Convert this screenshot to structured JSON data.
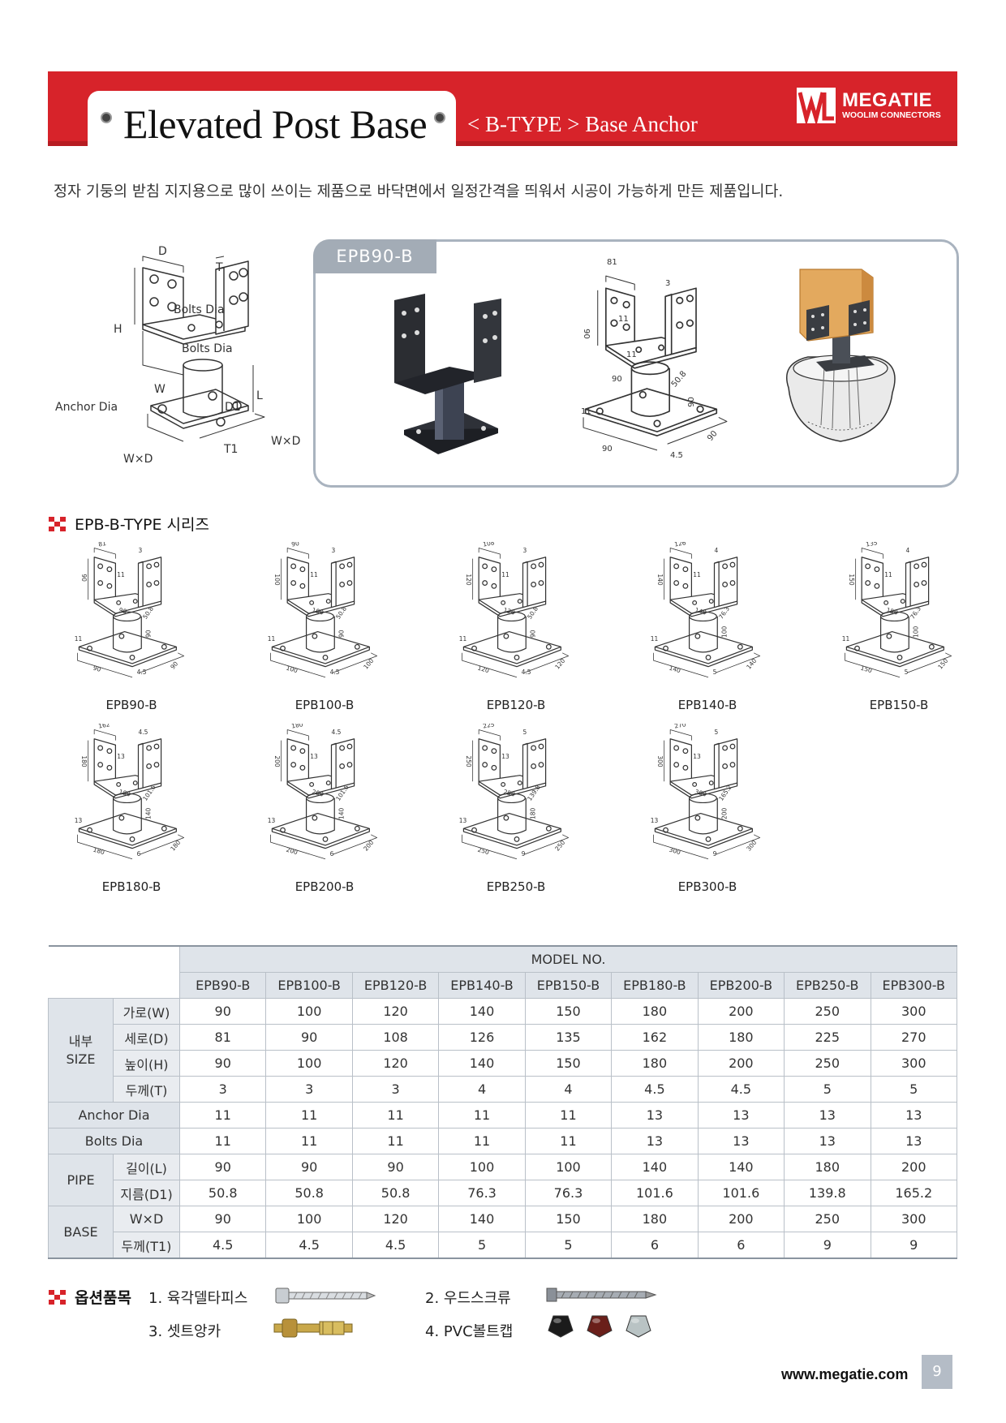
{
  "header": {
    "title": "Elevated Post Base",
    "subtitle": "< B-TYPE > Base Anchor",
    "logo_name": "MEGATIE",
    "logo_tagline": "WOOLIM CONNECTORS",
    "logo_mark": "WL"
  },
  "intro": "정자 기둥의 받침 지지용으로 많이 쓰이는 제품으로 바닥면에서 일정간격을 띄워서 시공이 가능하게 만든 제품입니다.",
  "diagram": {
    "labels": {
      "d": "D",
      "t": "T",
      "h": "H",
      "bolts1": "Bolts Dia",
      "bolts2": "Bolts Dia",
      "w": "W",
      "anchor": "Anchor Dia",
      "d1": "D1",
      "l": "L",
      "t1": "T1",
      "wd1": "W×D",
      "wd2": "W×D"
    }
  },
  "feature": {
    "tab": "EPB90-B",
    "dims": {
      "d81": "81",
      "d3": "3",
      "d90a": "90",
      "d11a": "11",
      "d11b": "11",
      "d90b": "90",
      "d508": "50.8",
      "d90c": "90",
      "d11c": "11",
      "d90d": "90",
      "d90e": "90",
      "d45": "4.5"
    }
  },
  "series": {
    "title": "EPB-B-TYPE 시리즈",
    "items": [
      {
        "name": "EPB90-B",
        "d": "81",
        "t": "3",
        "h": "90",
        "w": "90",
        "dia": "11",
        "pipe": "50.8",
        "l": "90",
        "t1": "4.5"
      },
      {
        "name": "EPB100-B",
        "d": "90",
        "t": "3",
        "h": "100",
        "w": "100",
        "dia": "11",
        "pipe": "50.8",
        "l": "90",
        "t1": "4.5"
      },
      {
        "name": "EPB120-B",
        "d": "108",
        "t": "3",
        "h": "120",
        "w": "120",
        "dia": "11",
        "pipe": "50.8",
        "l": "90",
        "t1": "4.5"
      },
      {
        "name": "EPB140-B",
        "d": "126",
        "t": "4",
        "h": "140",
        "w": "140",
        "dia": "11",
        "pipe": "76.3",
        "l": "100",
        "t1": "5"
      },
      {
        "name": "EPB150-B",
        "d": "135",
        "t": "4",
        "h": "150",
        "w": "150",
        "dia": "11",
        "pipe": "76.3",
        "l": "100",
        "t1": "5"
      },
      {
        "name": "EPB180-B",
        "d": "162",
        "t": "4.5",
        "h": "180",
        "w": "180",
        "dia": "13",
        "pipe": "101.6",
        "l": "140",
        "t1": "6"
      },
      {
        "name": "EPB200-B",
        "d": "180",
        "t": "4.5",
        "h": "200",
        "w": "200",
        "dia": "13",
        "pipe": "101.6",
        "l": "140",
        "t1": "6"
      },
      {
        "name": "EPB250-B",
        "d": "225",
        "t": "5",
        "h": "250",
        "w": "250",
        "dia": "13",
        "pipe": "139.8",
        "l": "180",
        "t1": "9"
      },
      {
        "name": "EPB300-B",
        "d": "270",
        "t": "5",
        "h": "300",
        "w": "300",
        "dia": "13",
        "pipe": "165.2",
        "l": "200",
        "t1": "9"
      }
    ]
  },
  "table": {
    "model_header": "MODEL NO.",
    "models": [
      "EPB90-B",
      "EPB100-B",
      "EPB120-B",
      "EPB140-B",
      "EPB150-B",
      "EPB180-B",
      "EPB200-B",
      "EPB250-B",
      "EPB300-B"
    ],
    "groups": {
      "inner": "내부\nSIZE",
      "pipe": "PIPE",
      "base": "BASE"
    },
    "rows": [
      {
        "label": "가로(W)",
        "values": [
          "90",
          "100",
          "120",
          "140",
          "150",
          "180",
          "200",
          "250",
          "300"
        ]
      },
      {
        "label": "세로(D)",
        "values": [
          "81",
          "90",
          "108",
          "126",
          "135",
          "162",
          "180",
          "225",
          "270"
        ]
      },
      {
        "label": "높이(H)",
        "values": [
          "90",
          "100",
          "120",
          "140",
          "150",
          "180",
          "200",
          "250",
          "300"
        ]
      },
      {
        "label": "두께(T)",
        "values": [
          "3",
          "3",
          "3",
          "4",
          "4",
          "4.5",
          "4.5",
          "5",
          "5"
        ]
      },
      {
        "label": "Anchor Dia",
        "values": [
          "11",
          "11",
          "11",
          "11",
          "11",
          "13",
          "13",
          "13",
          "13"
        ]
      },
      {
        "label": "Bolts Dia",
        "values": [
          "11",
          "11",
          "11",
          "11",
          "11",
          "13",
          "13",
          "13",
          "13"
        ]
      },
      {
        "label": "길이(L)",
        "values": [
          "90",
          "90",
          "90",
          "100",
          "100",
          "140",
          "140",
          "180",
          "200"
        ]
      },
      {
        "label": "지름(D1)",
        "values": [
          "50.8",
          "50.8",
          "50.8",
          "76.3",
          "76.3",
          "101.6",
          "101.6",
          "139.8",
          "165.2"
        ]
      },
      {
        "label": "W×D",
        "values": [
          "90",
          "100",
          "120",
          "140",
          "150",
          "180",
          "200",
          "250",
          "300"
        ]
      },
      {
        "label": "두께(T1)",
        "values": [
          "4.5",
          "4.5",
          "4.5",
          "5",
          "5",
          "6",
          "6",
          "9",
          "9"
        ]
      }
    ]
  },
  "options": {
    "title": "옵션품목",
    "items": [
      "1. 육각델타피스",
      "2. 우드스크류",
      "3. 셋트앙카",
      "4. PVC볼트캡"
    ],
    "cap_colors": [
      "#1b1b1b",
      "#6a1f1a",
      "#b9c3c4"
    ]
  },
  "footer": {
    "url": "www.megatie.com",
    "page": "9"
  },
  "colors": {
    "brand_red": "#d7232a",
    "frame": "#a9b3bf",
    "table_header": "#dfe4ea"
  }
}
